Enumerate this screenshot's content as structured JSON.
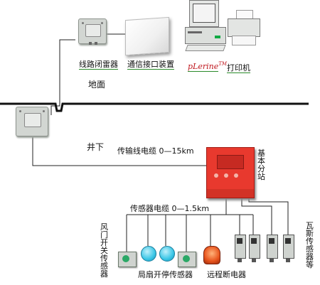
{
  "labels": {
    "line_arrester": "线路闭雷器",
    "comm_interface": "通信接口装置",
    "computer": "pLerine",
    "computer_tm": "TM",
    "printer": "打印机",
    "ground": "地面",
    "underground": "井下",
    "trans_cable": "传输线电缆 0—15km",
    "base_station": "基本分站",
    "sensor_cable": "传感器电缆 0—1.5km",
    "air_door_sensor": "风门开关传感器",
    "fan_stop_sensor": "局扇开停传感器",
    "remote_breaker": "远程断电器",
    "gas_sensors": "瓦斯传感器等"
  },
  "colors": {
    "station_red": "#e8392e",
    "line": "#222222",
    "ground_line": "#111111",
    "device_gray": "#cfd3cf",
    "cyan": "#39c6e6"
  },
  "icons": {
    "line_arrester": "junction-box-icon",
    "comm_interface": "interface-box-icon",
    "computer": "computer-icon",
    "printer": "printer-icon",
    "underground_arrester": "junction-box-icon",
    "base_station": "cabinet-icon",
    "air_door_sensor": "sensor-icon",
    "fan_sensors": "sensor-icon",
    "remote_breaker": "breaker-icon",
    "gas_sensors": "gas-sensor-icon"
  }
}
